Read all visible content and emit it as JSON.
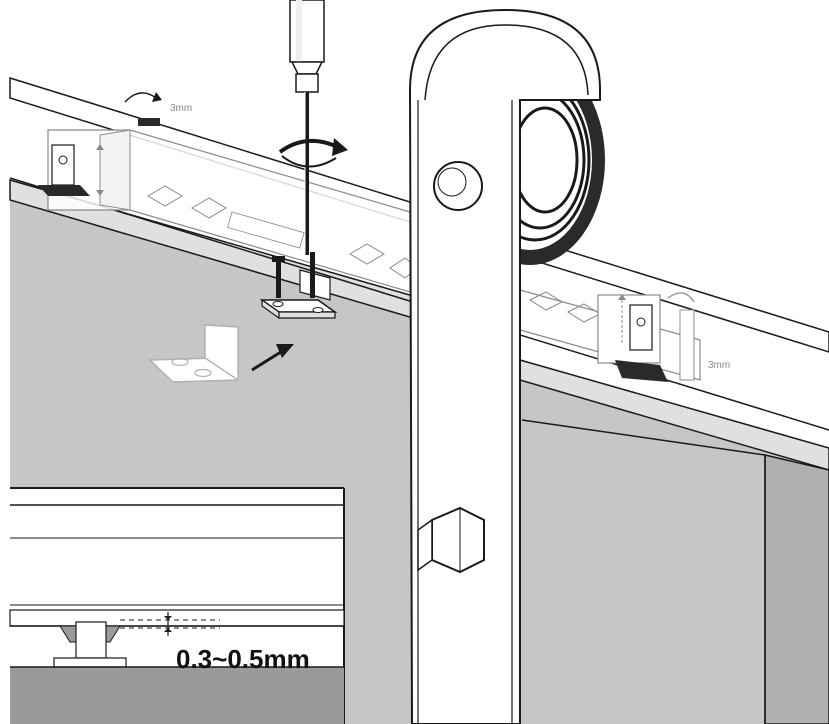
{
  "labels": {
    "clearance_left": "3mm",
    "clearance_right": "3mm",
    "gap_measurement": "0.3~0.5mm"
  },
  "colors": {
    "door_fill": "#c9c9c9",
    "door_edge": "#a8a8a8",
    "line": "#1a1a1a",
    "wheel_dark": "#2a2a2a",
    "rail_fill": "#ffffff"
  },
  "icons": [
    "screwdriver-icon",
    "rotate-arrow-icon",
    "insert-arrow-icon",
    "bolt-icon",
    "nut-icon"
  ]
}
